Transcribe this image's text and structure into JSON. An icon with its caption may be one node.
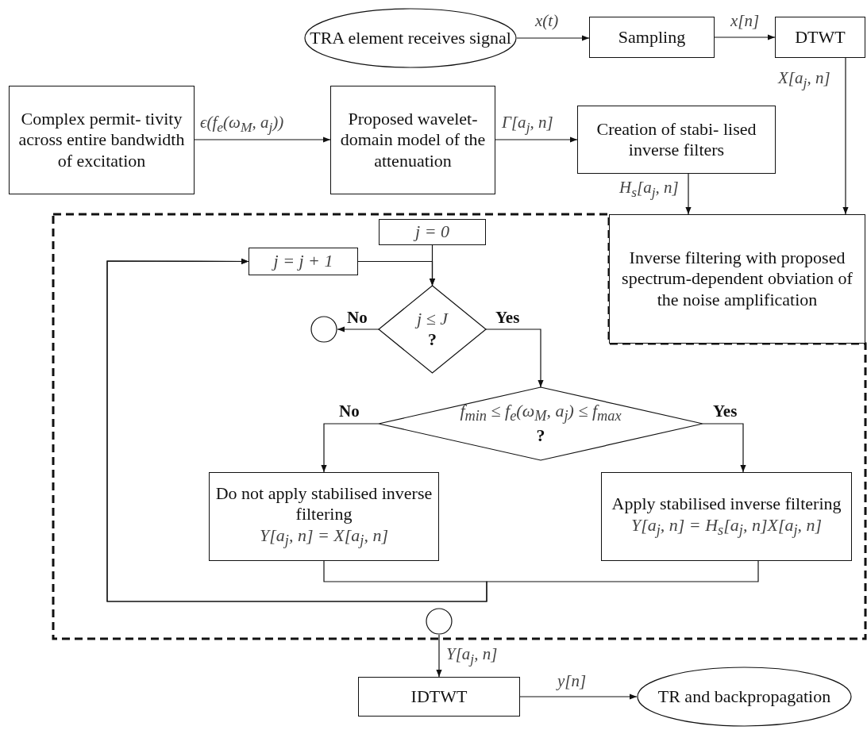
{
  "diagram": {
    "nodes": [
      {
        "text": [
          "TRA element receives signal"
        ]
      },
      {
        "text": [
          "Sampling"
        ]
      },
      {
        "text": [
          "DTWT"
        ]
      },
      {
        "text": [
          "Complex permit- tivity across entire bandwidth of excitation"
        ]
      },
      {
        "text": [
          "Proposed wavelet-domain model of the attenuation"
        ]
      },
      {
        "text": [
          "Creation of stabi- lised inverse filters"
        ]
      },
      {
        "text": [],
        "shape": "box"
      },
      {
        "text": [
          "j = 0"
        ],
        "in": 6
      },
      {
        "text": [
          "Inverse filtering with proposed spectrum-dependent obviation of the noise amplification"
        ]
      },
      {
        "text": [
          "j = j + 1"
        ],
        "in": 6
      },
      {
        "text": [
          "j ≤ J",
          "?"
        ],
        "in": 6
      },
      {
        "text": [],
        "shape": "circle",
        "in": 6
      },
      {
        "text": [
          "f$_{min}$ ≤ f$_{e}$(ω$_{M}$, a$_{j}$) ≤ f$_{max}$",
          "?"
        ],
        "in": 6
      },
      {
        "text": [
          "Do not apply stabilised inverse filtering",
          "Y[a$_{j}$, n] = X[a$_{j}$, n]"
        ],
        "in": 6
      },
      {
        "text": [
          "Apply stabilised inverse filtering",
          "Y[a$_{j}$, n] = H$_{s}$[a$_{j}$, n]X[a$_{j}$, n]"
        ],
        "in": 6
      },
      {
        "text": [],
        "shape": "circle",
        "in": 6
      },
      {
        "text": [
          "IDTWT"
        ]
      },
      {
        "text": [
          "TR and backpropagation"
        ]
      }
    ],
    "edges": [
      {
        "from": 0,
        "to": 1,
        "arrow": "to",
        "label": "x(t)"
      },
      {
        "from": 1,
        "to": 2,
        "arrow": "to",
        "label": "x[n]"
      },
      {
        "from": 2,
        "to": 8,
        "arrow": "to",
        "label": "X[a$_{j}$, n]"
      },
      {
        "from": 3,
        "to": 4,
        "arrow": "to",
        "label": "ϵ(f$_{e}$(ω$_{M}$, a$_{j}$))"
      },
      {
        "from": 4,
        "to": 5,
        "arrow": "to",
        "label": "Γ[a$_{j}$, n]"
      },
      {
        "from": 5,
        "to": 8,
        "arrow": "to",
        "label": "H$_{s}$[a$_{j}$, n]"
      },
      {
        "from": 7,
        "to": 10,
        "arrow": "to"
      },
      {
        "from": 9,
        "to": 10,
        "arrow": "to"
      },
      {
        "from": 10,
        "to": 11,
        "arrow": "to",
        "label": "No"
      },
      {
        "from": 10,
        "to": 12,
        "arrow": "to",
        "label": "Yes"
      },
      {
        "from": 12,
        "to": 13,
        "arrow": "to",
        "label": "No"
      },
      {
        "from": 12,
        "to": 14,
        "arrow": "to",
        "label": "Yes"
      },
      {
        "from": 13,
        "to": 9,
        "arrow": "to"
      },
      {
        "from": 14,
        "to": 9,
        "arrow": "to"
      },
      {
        "from": 15,
        "to": 16,
        "arrow": "to",
        "label": "Y[a$_{j}$, n]"
      },
      {
        "from": 16,
        "to": 17,
        "arrow": "to",
        "label": "y[n]"
      }
    ]
  }
}
